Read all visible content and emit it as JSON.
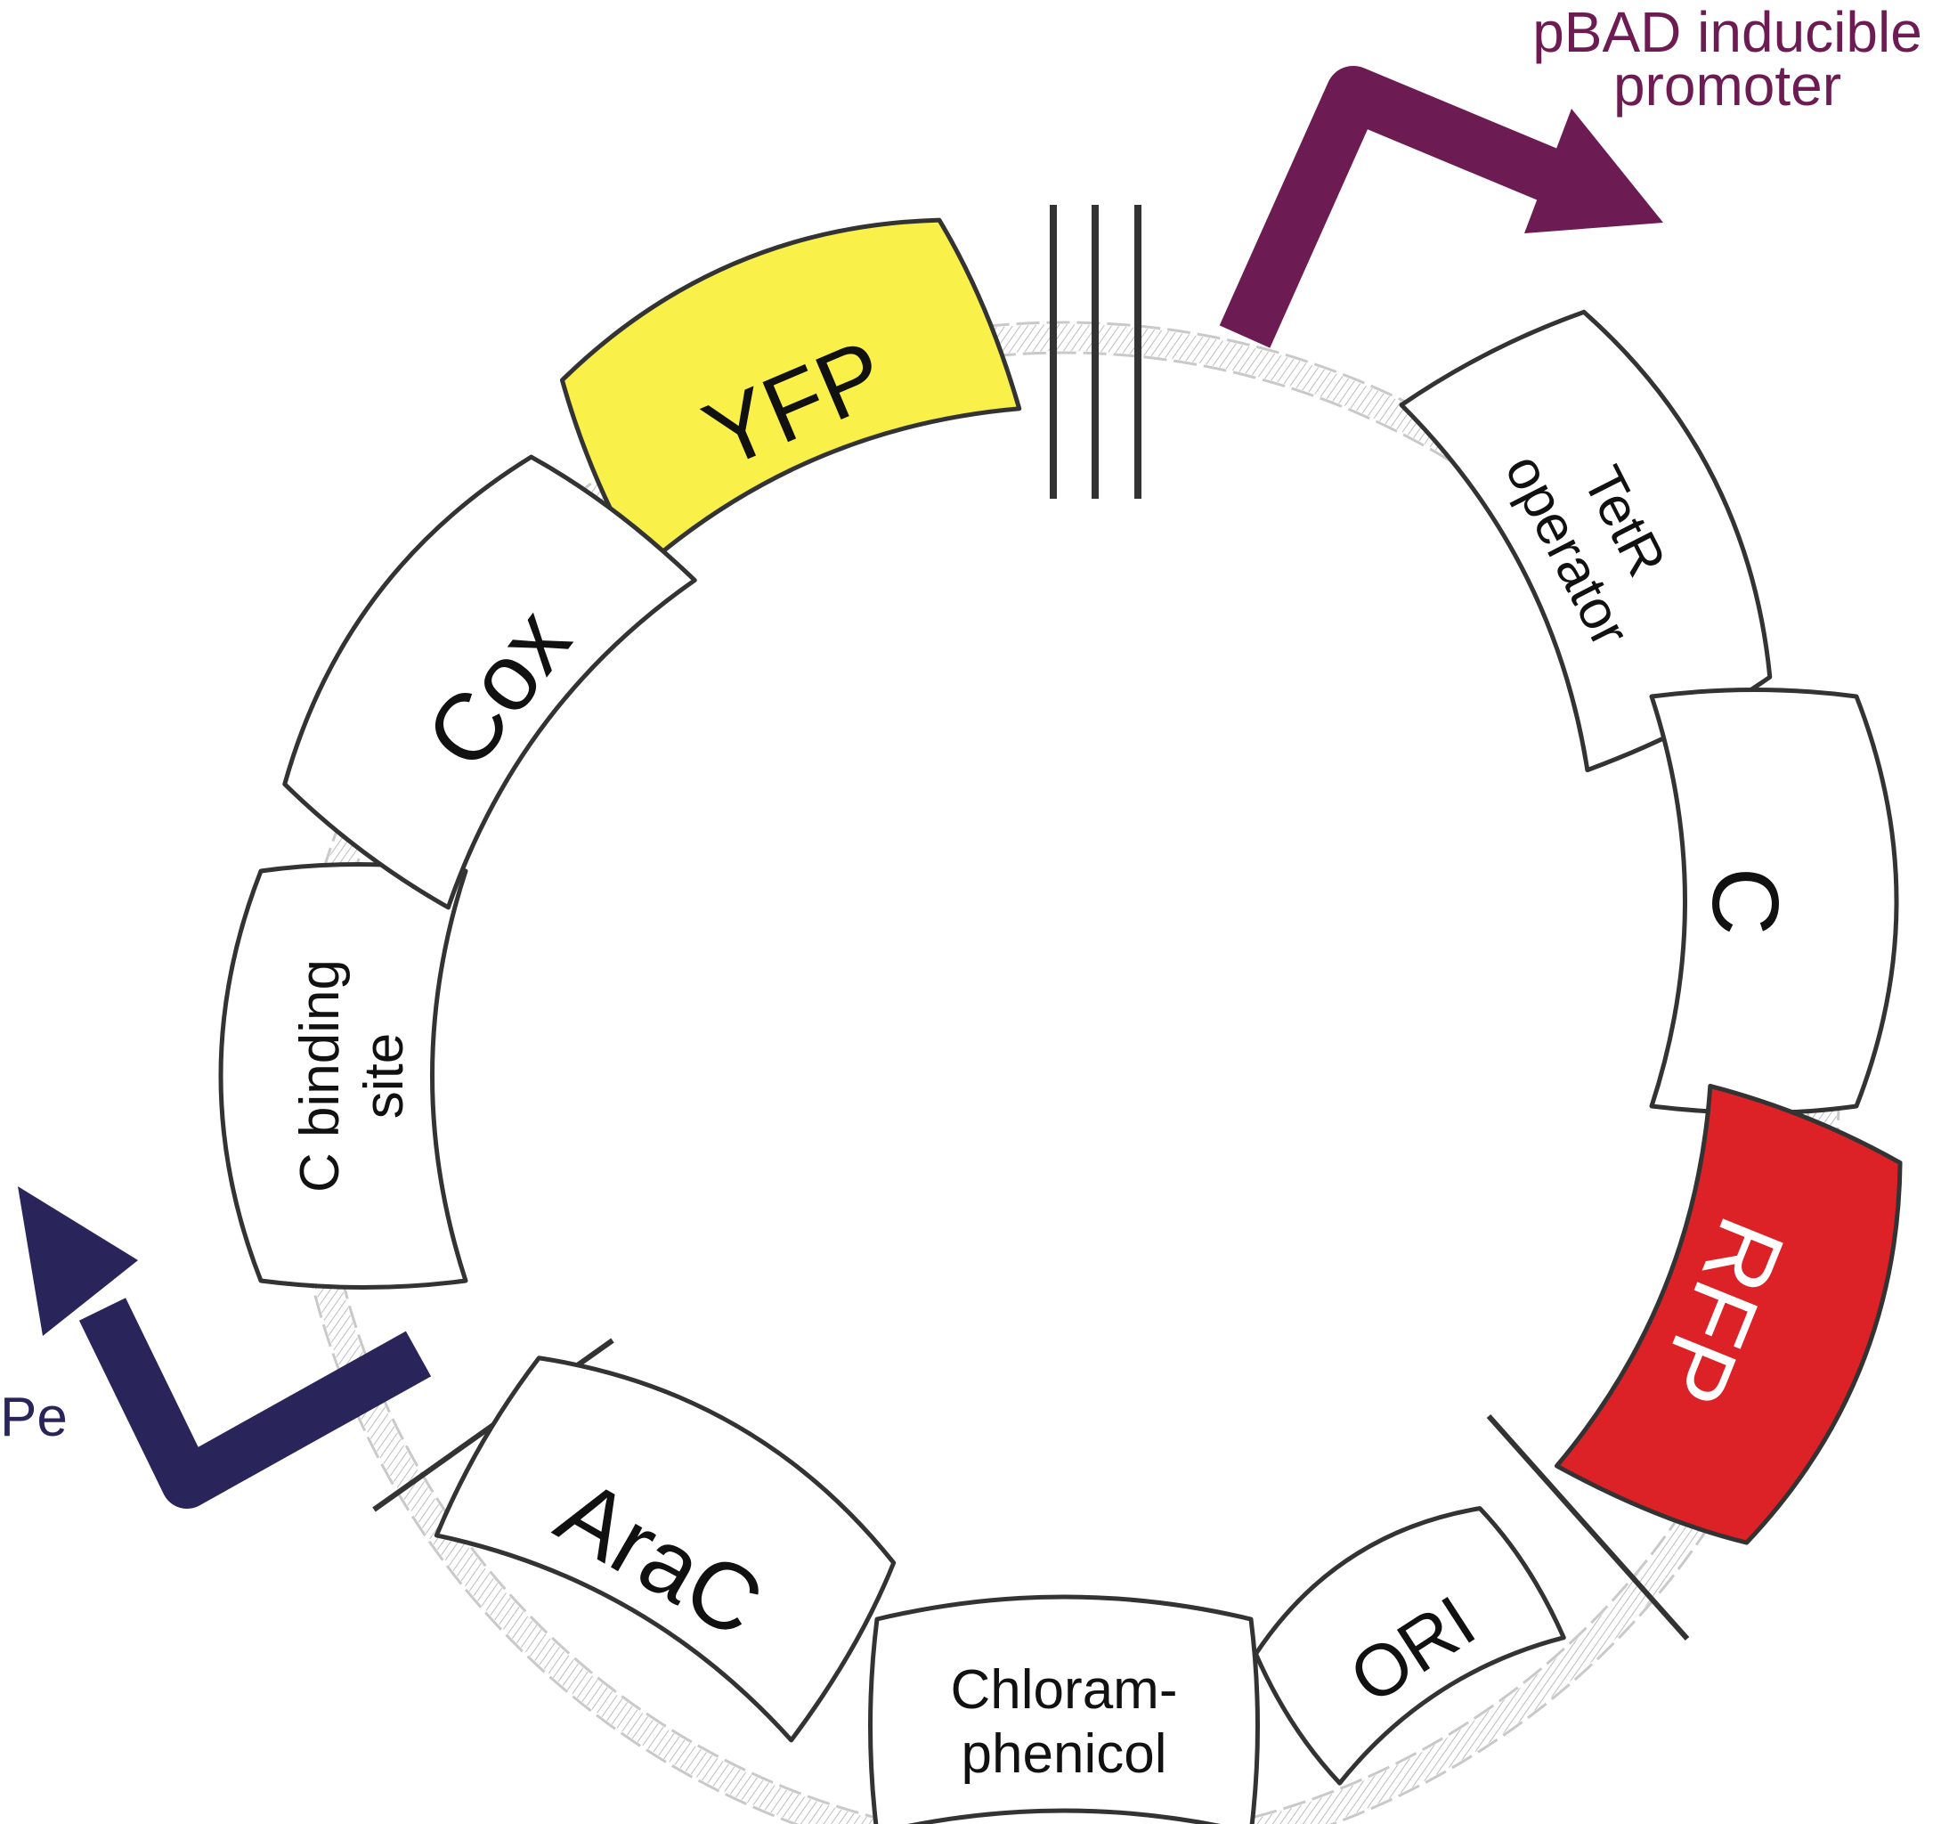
{
  "colors": {
    "yfp": "#f9f04a",
    "rfp": "#dc2127",
    "part_fill": "#ffffff",
    "outline": "#333333",
    "pbad_arrow": "#6c1c52",
    "pe_arrow": "#29255a",
    "dna": "#bfbfbf"
  },
  "promoters": {
    "pbad": {
      "line1": "pBAD inducible",
      "line2": "promoter"
    },
    "pe": {
      "label": "Pe"
    }
  },
  "parts": {
    "yfp": "YFP",
    "tetr_line1": "TetR",
    "tetr_line2": "operator",
    "c": "C",
    "rfp": "RFP",
    "ori": "ORI",
    "chlor_line1": "Chloram-",
    "chlor_line2": "phenicol",
    "arac": "AraC",
    "cbind_line1": "C binding",
    "cbind_line2": "site",
    "cox": "Cox"
  }
}
